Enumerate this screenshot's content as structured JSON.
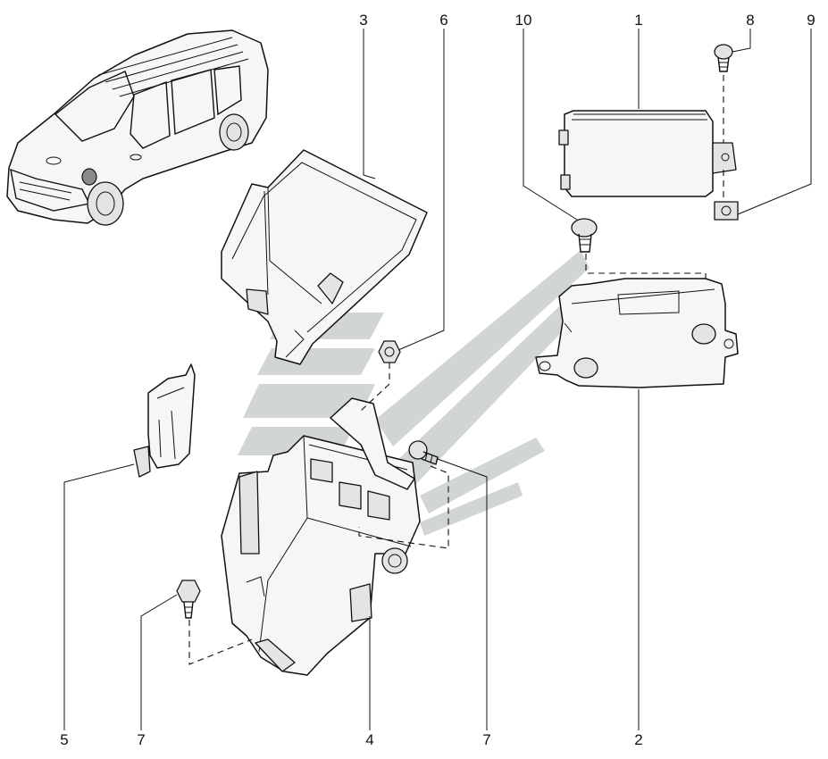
{
  "callouts": {
    "c1": "1",
    "c2": "2",
    "c3": "3",
    "c4": "4",
    "c5": "5",
    "c6": "6",
    "c7a": "7",
    "c7b": "7",
    "c8": "8",
    "c9": "9",
    "c10": "10"
  },
  "colors": {
    "line": "#111111",
    "watermark": "#c9cfcb",
    "background": "#ffffff"
  }
}
